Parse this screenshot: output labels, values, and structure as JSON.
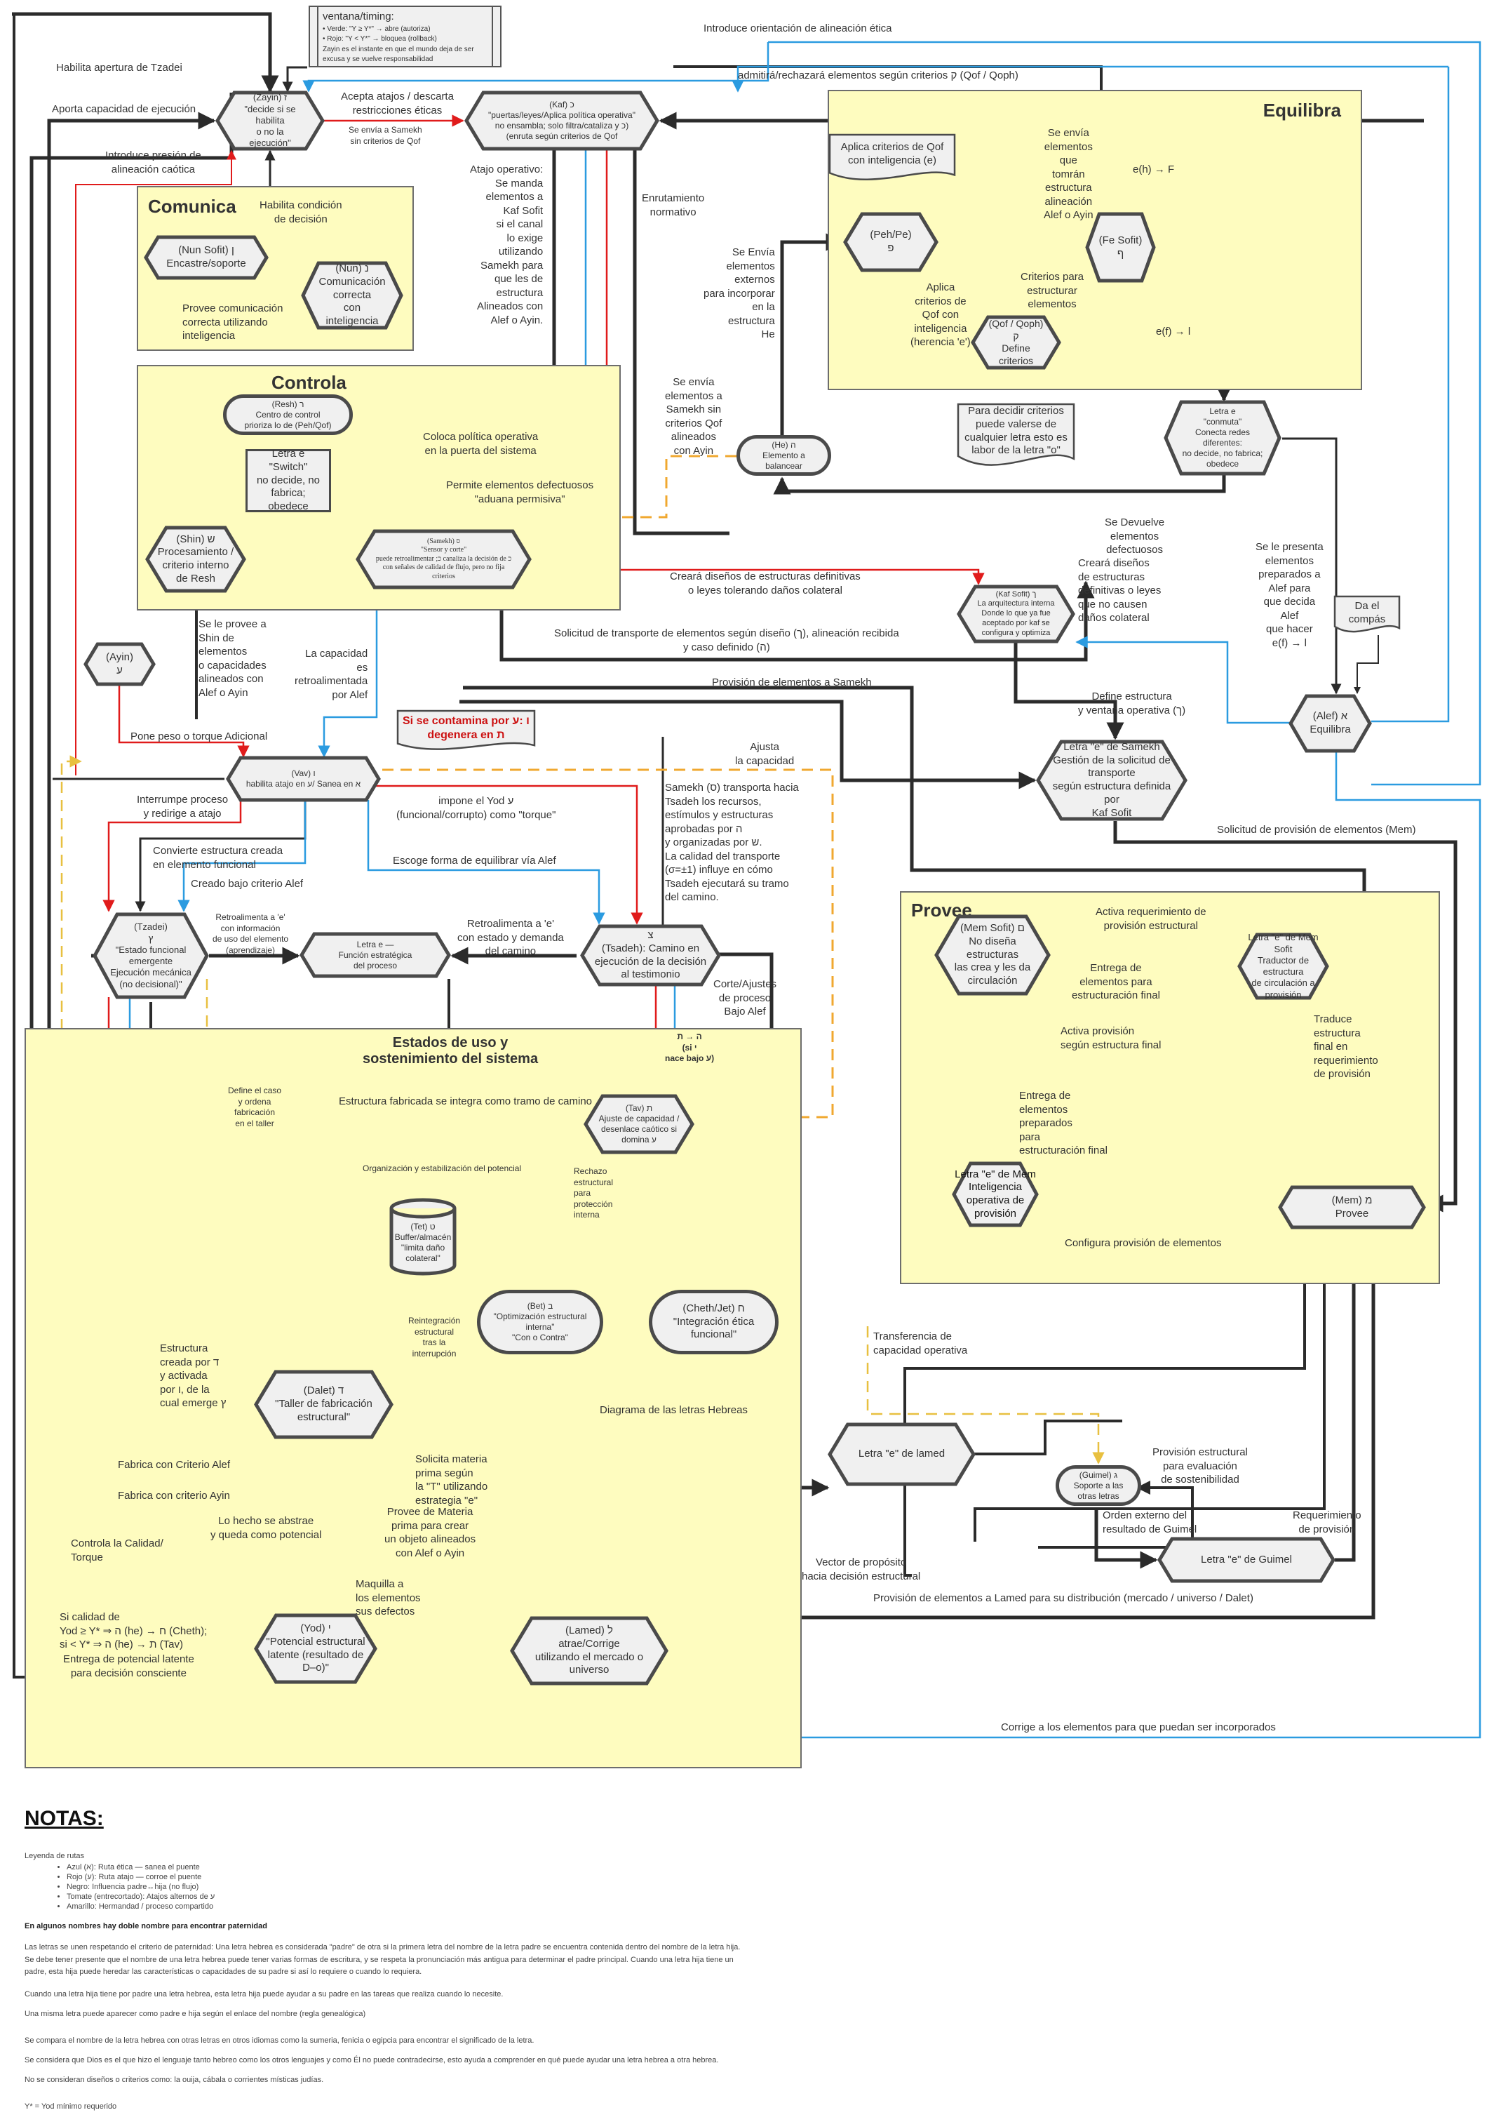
{
  "colors": {
    "group_fill": "#fefcbf",
    "node_fill": "#f0f0f0",
    "black": "#2b2b2b",
    "red": "#e01b1b",
    "blue": "#2b9be0",
    "orange": "#f0a830",
    "yellow_dash": "#e8c040"
  },
  "groups": {
    "comunica": "Comunica",
    "controla": "Controla",
    "equilibra": "Equilibra",
    "provee": "Provee",
    "estados": "Estados de uso y\nsostenimiento del sistema"
  },
  "ventana": {
    "title": "ventana/timing:",
    "line1": "• Verde: \"Y ≥ Y*\" → abre (autoriza)",
    "line2": "• Rojo: \"Y < Y*\" → bloquea (rollback)",
    "line3": "Zayin es el instante en que el mundo deja de ser excusa y se vuelve responsabilidad"
  },
  "nodes": {
    "zayin": "(Zayin) ז\n\"decide si se habilita\no no la ejecución\"",
    "kaf": "(Kaf) כ\n\"puertas/leyes/Aplica política operativa\"\nno ensambla; solo filtra/cataliza y כ)\n(enruta según criterios de Qof",
    "nun_sofit": "(Nun Sofit) ן\nEncastre/soporte",
    "nun": "(Nun) נ\nComunicación\ncorrecta\ncon inteligencia",
    "resh": "(Resh) ר\nCentro de control\nprioriza lo de (Peh/Qof)",
    "switch": "Letra e\n\"Switch\"\nno decide, no\nfabrica; obedece",
    "shin": "(Shin) ש\nProcesamiento /\ncriterio interno\nde Resh",
    "samekh": "(Samekh) ס\n\"Sensor y corte\"\npuede retroalimentar ;כ canaliza la decisión de כ\ncon señales de calidad de flujo, pero no fija\ncriterios",
    "ayin": "(Ayin)\nע",
    "he": "(He) ה\nElemento a\nbalancear",
    "peh": "(Peh/Pe)\nפ",
    "fe_sofit": "(Fe Sofit)\nף",
    "qof": "(Qof / Qoph)\nק\nDefine\ncriterios",
    "aplica_doc": "Aplica criterios de Qof\ncon inteligencia (e)",
    "decidir_doc": "Para decidir criterios\npuede valerse de\ncualquier letra esto es\nlabor de la letra \"o\"",
    "conmuta": "Letra e\n\"conmuta\"\nConecta redes\ndiferentes:\nno decide, no fabrica;\nobedece",
    "kaf_sofit": "(Kaf Sofit) ך\nLa arquitectura interna\nDonde lo que ya fue\naceptado por kaf se\nconfigura y optimiza",
    "compas_doc": "Da el\ncompás",
    "alef": "(Alef) א\nEquilibra",
    "letra_e_samekh": "Letra \"e\" de Samekh\nGestión de la solicitud de\ntransporte\nsegún estructura definida por\nKaf Sofit",
    "vav": "(Vav) ו\nhabilita atajo en ע/  Sanea en א",
    "warn_doc": "Si se contamina por ו :ע\ndegenera en ת",
    "tzadei": "(Tzadei)\nץ\n\"Estado funcional\nemergente\nEjecución mecánica\n(no decisional)\"",
    "letra_e_funcion": "Letra e —\nFunción estratégica\ndel proceso",
    "tsadeh": "צ\n(Tsadeh): Camino en\nejecución de la decisión\nal testimonio",
    "mem_sofit": "(Mem Sofit) ם\nNo diseña\nestructuras\nlas crea y les da\ncirculación",
    "letra_e_mem_sofit": "Letra \"e\" de Mem Sofit\nTraductor de estructura\nde circulación a\nprovisión",
    "letra_e_mem": "Letra \"e\" de Mem\nInteligencia\noperativa de\nprovisión",
    "mem": "(Mem) מ\nProvee",
    "tav": "(Tav) ת\nAjuste de capacidad /\ndesenlace caótico si\ndomina ע",
    "tet": "(Tet) ט\nBuffer/almacén\n\"limita daño\ncolateral\"",
    "bet": "(Bet) ב\n\"Optimización estructural\ninterna\"\n\"Con o Contra\"",
    "cheth": "(Cheth/Jet) ח\n\"Integración ética\nfuncional\"",
    "dalet": "(Dalet) ד\n\"Taller de fabricación\nestructural\"",
    "yod": "(Yod) י\n\"Potencial estructural\nlatente (resultado de\nD–o)\"",
    "lamed": "(Lamed) ל\natrae/Corrige\nutilizando el mercado o\nuniverso",
    "letra_e_lamed": "Letra \"e\" de lamed",
    "guimel": "(Guimel) ג\nSoporte a las\notras letras",
    "letra_e_guimel": "Letra \"e\" de Guimel"
  },
  "labels": {
    "habilita_tzadei": "Habilita apertura de Tzadei",
    "aporta_capacidad": "Aporta capacidad de ejecución",
    "introduce_presion": "Introduce presión de\nalineación caótica",
    "acepta_atajos": "Acepta atajos / descarta\nrestricciones éticas",
    "se_envia_samekh": "Se envía a Samekh\nsin criterios de Qof",
    "introduce_orientacion": "Introduce orientación de alineación ética",
    "admitira": "admitirá/rechazará elementos según criterios ק (Qof / Qoph)",
    "habilita_condicion": "Habilita condición\nde decisión",
    "provee_comunicacion": "Provee comunicación\ncorrecta utilizando\ninteligencia",
    "atajo_operativo": "Atajo operativo:\nSe manda\nelementos a\nKaf Sofit\nsi el canal\nlo exige\nutilizando\nSamekh para\nque les de\nestructura\nAlineados con\nAlef o Ayin.",
    "enrutamiento": "Enrutamiento\nnormativo",
    "se_envia_externos": "Se Envía\nelementos\nexternos\npara incorporar\nen la\nestructura\nHe",
    "se_envia_alef_ayin": "Se envía\nelementos\nque\ntomrán\nestructura\nalineación\nAlef o Ayin",
    "eh_f": "e(h) → F",
    "ef_l_top": "e(f) → l",
    "aplica_herencia": "Aplica\ncriterios de\nQof con\ninteligencia\n(herencia 'e')",
    "criterios_estructurar": "Criterios para\nestructurar\nelementos",
    "se_envia_sin_qof": "Se envía\nelementos a\nSamekh sin\ncriterios Qof\nalineados\ncon Ayin",
    "coloca_politica": "Coloca política operativa\nen la puerta del sistema",
    "permite_defectuosos": "Permite elementos defectuosos\n\"aduana permisiva\"",
    "se_devuelve": "Se Devuelve\nelementos\ndefectuosos",
    "se_le_presenta": "Se le presenta\nelementos\npreparados a\nAlef para\nque decida\nAlef\nque hacer\ne(f) → l",
    "creara_disenos_red": "Creará diseños de estructuras definitivas\no leyes tolerando daños colateral",
    "creara_disenos": "Creará diseños\nde estructuras\ndefinitivas o leyes\nque no causen\ndaños colateral",
    "solicitud_transporte": "Solicitud de transporte de elementos según diseño (ך), alineación recibida\ny caso definido (ה)",
    "provision_samekh": "Provisión de elementos a Samekh",
    "define_estructura": "Define estructura\ny ventana operativa (ך)",
    "se_le_provee_shin": "Se le provee a\nShin de\nelementos\no capacidades\nalineados con\nAlef o Ayin",
    "capacidad_retro": "La capacidad\nes\nretroalimentada\npor Alef",
    "pone_peso": "Pone peso o torque Adicional",
    "ajusta_capacidad": "Ajusta\nla capacidad",
    "solicitud_mem": "Solicitud de provisión de elementos (Mem)",
    "interrumpe": "Interrumpe proceso\ny redirige a atajo",
    "impone_yod": "impone el Yod ע\n(funcional/corrupto) como \"torque\"",
    "samekh_transporta": "Samekh (ס) transporta hacia\nTsadeh los recursos,\nestímulos y estructuras\naprobadas por ה\ny organizadas por ש.\nLa calidad del transporte\n(σ=±1) influye en cómo\n Tsadeh ejecutará su tramo\ndel camino.",
    "convierte": "Convierte estructura creada\nen elemento funcional",
    "escoge_forma": "Escoge forma de equilibrar vía Alef",
    "creado_alef": "Creado bajo criterio Alef",
    "retro_info": "Retroalimenta a 'e'\ncon información\nde uso del elemento\n(aprendizaje)",
    "retro_estado": "Retroalimenta a 'e'\ncon estado y demanda\ndel camino",
    "corte_ajustes": "Corte/Ajustes\nde proceso\nBajo Alef",
    "activa_requerimiento": "Activa requerimiento de\nprovisión estructural",
    "entrega_estructuracion": "Entrega de\nelementos para\nestructuración final",
    "activa_provision": "Activa provisión\nsegún estructura final",
    "traduce": "Traduce\nestructura\nfinal en\nrequerimiento\nde provisión",
    "entrega_preparados": "Entrega de\nelementos\npreparados\npara\nestructuración final",
    "configura_provision": "Configura provisión de elementos",
    "he_tav": "ה → ת\n(si י\nnace bajo ע)",
    "define_caso": "Define el caso\ny ordena\nfabricación\nen el taller",
    "estructura_integra": "Estructura fabricada se integra como tramo de camino",
    "organizacion": "Organización y estabilización del potencial",
    "rechazo": "Rechazo\nestructural\npara\nprotección\ninterna",
    "reintegracion": "Reintegración\nestructural\ntras la\ninterrupción",
    "transferencia": "Transferencia de\ncapacidad operativa",
    "estructura_creada": "Estructura\ncreada por ד\ny activada\npor ו, de la\ncual emerge ץ",
    "diagrama": "Diagrama de las letras Hebreas",
    "fabrica_alef": "Fabrica con Criterio Alef",
    "fabrica_ayin": "Fabrica con criterio Ayin",
    "solicita_materia": "Solicita materia\nprima según\nla \"T\" utilizando\nestrategia \"e\"",
    "provee_materia": "Provee de Materia\nprima para crear\nun objeto alineados\ncon Alef o Ayin",
    "lo_hecho": "Lo hecho se abstrae\ny queda como potencial",
    "controla_calidad": "Controla la Calidad/\nTorque",
    "maquilla": "Maquilla a\nlos elementos\nsus defectos",
    "si_calidad": "Si calidad de\n Yod ≥ Y* ⇒ ה (he) → ח (Cheth);\nsi < Y* ⇒ ה (he) → ת (Tav)",
    "entrega_potencial": "Entrega de potencial latente\npara decisión consciente",
    "provision_estructural": "Provisión estructural\npara evaluación\nde sostenibilidad",
    "orden_externo": "Orden externo del\nresultado de Guimel",
    "requerimiento_provision": "Requerimiento\nde provisión",
    "vector_proposito": "Vector de propósito\nhacia decisión estructural",
    "provision_lamed": "Provisión de elementos a Lamed para su distribución (mercado / universo / Dalet)",
    "corrige": "Corrige a los elementos para que puedan ser incorporados"
  },
  "notes": {
    "title": "NOTAS:",
    "legend_title": "Leyenda de rutas",
    "legend": [
      "Azul (א): Ruta ética — sanea el puente",
      "Rojo (ע): Ruta atajo — corroe el puente",
      "Negro: Influencia padre↔hija (no flujo)",
      "Tomate (entrecortado): Atajos alternos de ע",
      "Amarillo: Hermandad / proceso compartido"
    ],
    "bold_line": "En algunos nombres hay doble nombre para encontrar paternidad",
    "p1": "Las letras se unen respetando el criterio de paternidad: Una letra hebrea es considerada \"padre\" de otra si la primera letra del nombre de la letra padre se encuentra contenida dentro del nombre de la letra hija. Se debe tener presente que el nombre de una letra hebrea puede tener varias formas de escritura, y se respeta la pronunciación más antigua para determinar el padre principal. Cuando una letra hija tiene un padre, esta hija puede heredar las características o capacidades de su padre si así lo requiere o cuando lo requiera.",
    "p2": "Cuando una letra hija tiene por padre una letra hebrea, esta letra hija puede ayudar a su padre en las tareas que realiza cuando lo necesite.",
    "p3": "Una misma letra puede aparecer como padre e hija según el enlace del nombre (regla genealógica)",
    "p4": "Se compara el nombre de la letra hebrea con otras letras en otros idiomas como la sumeria, fenicia o egipcia para encontrar el significado de la letra.",
    "p5": "Se considera que Dios es el que hizo el lenguaje tanto hebreo como los otros lenguajes y como Él no puede contradecirse, esto ayuda a comprender en qué puede ayudar una letra hebrea a otra hebrea.",
    "p6": "No se consideran diseños o criterios como: la ouija, cábala o corrientes místicas judías.",
    "p7": "Y* = Yod mínimo requerido"
  }
}
